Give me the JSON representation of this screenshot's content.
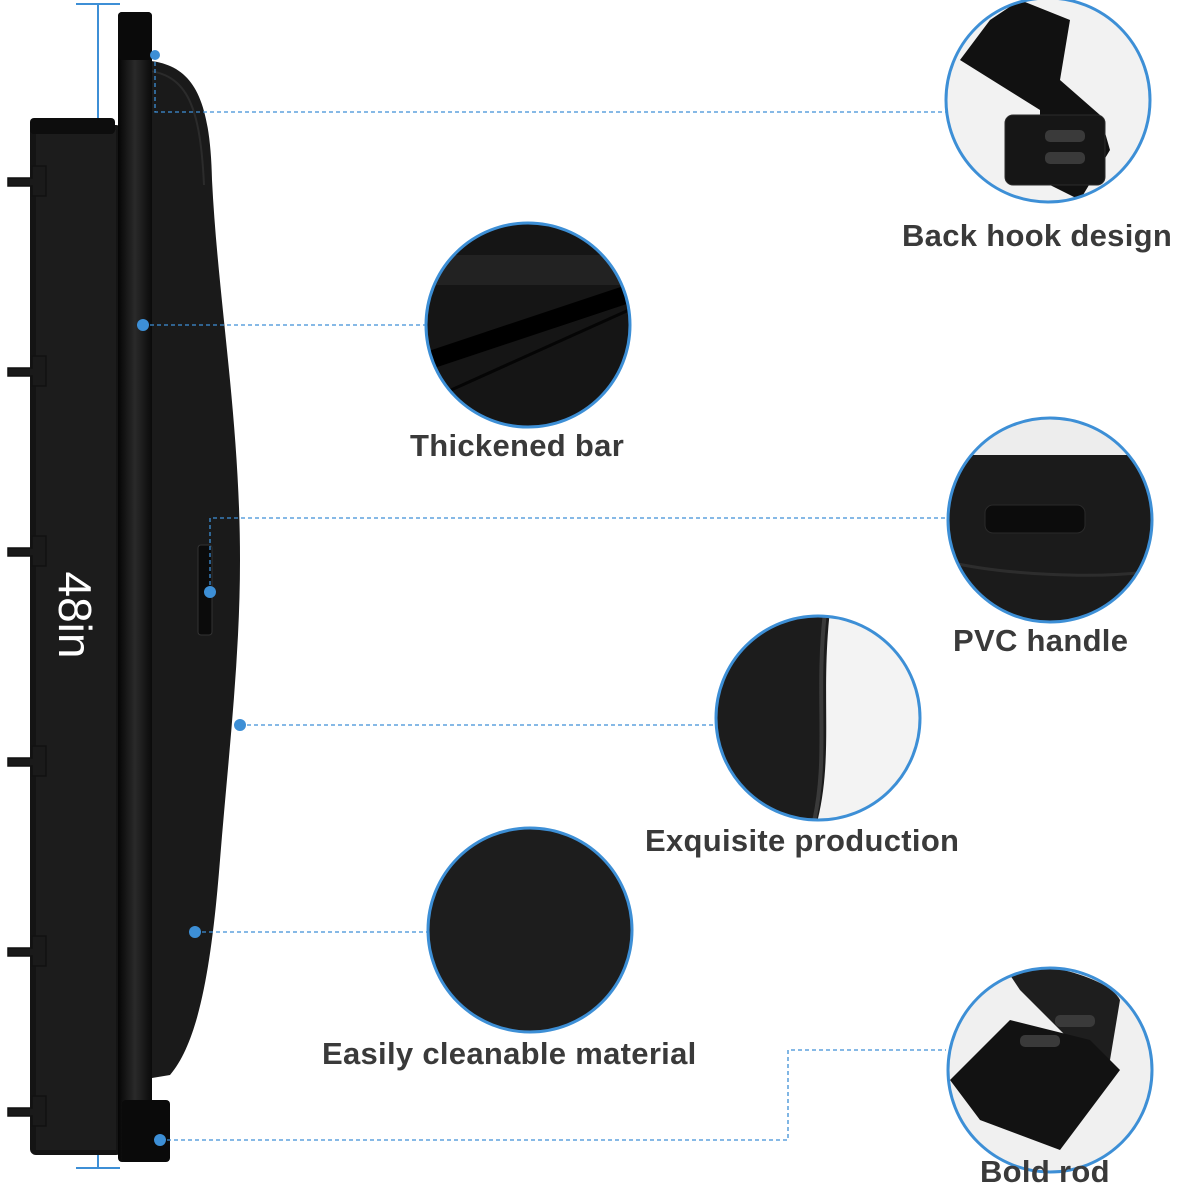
{
  "dimension": {
    "length_label": "48in"
  },
  "colors": {
    "accent": "#3d8fd6",
    "product": "#111111",
    "label_text": "#3a3a3a",
    "circle_border": "#3d8fd6"
  },
  "features": [
    {
      "label": "Back hook design",
      "icon": "hook-detail-photo"
    },
    {
      "label": "Thickened bar",
      "icon": "bar-detail-photo"
    },
    {
      "label": "PVC handle",
      "icon": "handle-detail-photo"
    },
    {
      "label": "Exquisite production",
      "icon": "stitching-detail-photo"
    },
    {
      "label": "Easily cleanable material",
      "icon": "fabric-detail-photo"
    },
    {
      "label": "Bold rod",
      "icon": "rod-end-detail-photo"
    }
  ]
}
